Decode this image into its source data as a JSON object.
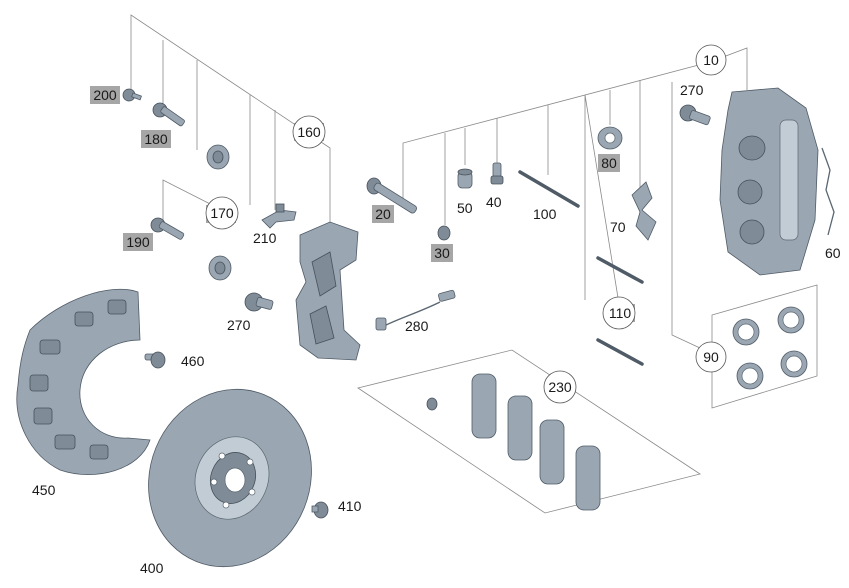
{
  "colors": {
    "part_fill": "#9aa6b2",
    "part_dark": "#7f8b97",
    "part_light": "#c2ccd5",
    "label_box": "#a6a6a6",
    "leader_line": "#8a8a8a"
  },
  "callouts": {
    "c10": "10",
    "c20": "20",
    "c30": "30",
    "c40": "40",
    "c50": "50",
    "c60": "60",
    "c70": "70",
    "c80": "80",
    "c90": "90",
    "c100": "100",
    "c110": "110",
    "c160": "160",
    "c170": "170",
    "c180": "180",
    "c190": "190",
    "c200": "200",
    "c210": "210",
    "c230": "230",
    "c270a": "270",
    "c270b": "270",
    "c280": "280",
    "c400": "400",
    "c410": "410",
    "c450": "450",
    "c460": "460"
  }
}
